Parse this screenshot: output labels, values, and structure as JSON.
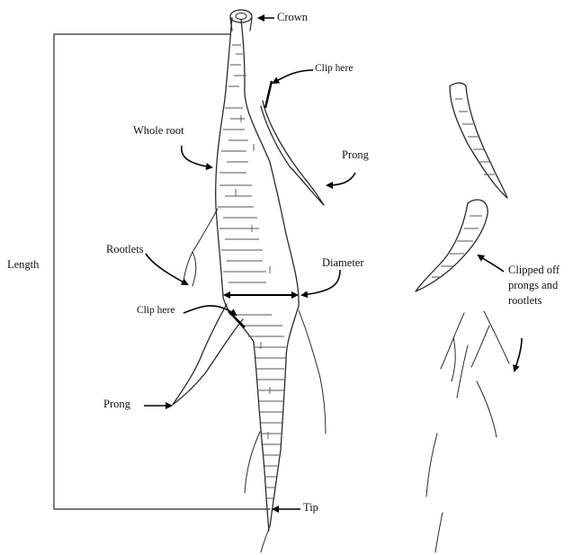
{
  "diagram": {
    "labels": {
      "crown": "Crown",
      "clip_here_top": "Clip here",
      "whole_root": "Whole root",
      "prong_right": "Prong",
      "rootlets": "Rootlets",
      "length": "Length",
      "diameter": "Diameter",
      "clip_here_bottom": "Clip here",
      "prong_left": "Prong",
      "tip": "Tip",
      "clipped_off": "Clipped off\nprongs and\nrootlets"
    }
  }
}
